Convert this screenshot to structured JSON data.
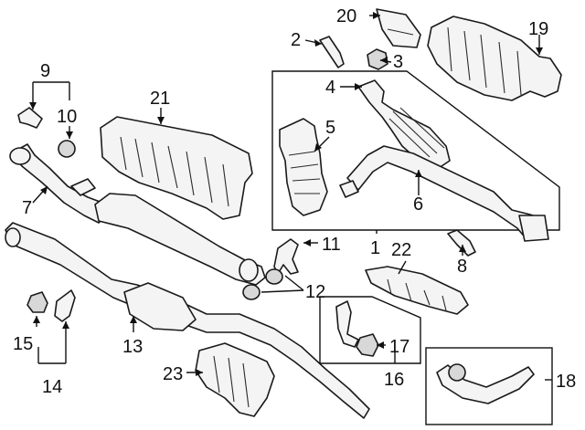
{
  "diagram": {
    "callouts": {
      "c1": "1",
      "c2": "2",
      "c3": "3",
      "c4": "4",
      "c5": "5",
      "c6": "6",
      "c7": "7",
      "c8": "8",
      "c9": "9",
      "c10": "10",
      "c11": "11",
      "c12": "12",
      "c13": "13",
      "c14": "14",
      "c15": "15",
      "c16": "16",
      "c17": "17",
      "c18": "18",
      "c19": "19",
      "c20": "20",
      "c21": "21",
      "c22": "22",
      "c23": "23"
    },
    "colors": {
      "line": "#1a1a1a",
      "fill": "#f4f4f4",
      "background": "#ffffff"
    }
  }
}
